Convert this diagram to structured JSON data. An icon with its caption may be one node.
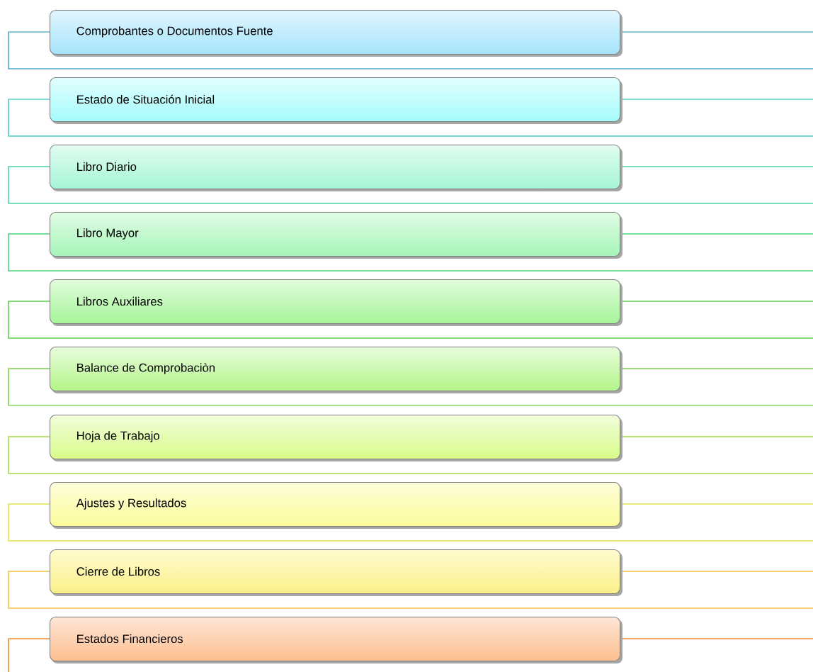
{
  "diagram": {
    "nodes": [
      {
        "text": [
          "Comprobantes o Documentos Fuente"
        ]
      },
      {
        "text": [
          "Estado de Situación Inicial"
        ]
      },
      {
        "text": [
          "Libro Diario"
        ]
      },
      {
        "text": [
          "Libro Mayor"
        ]
      },
      {
        "text": [
          "Libros Auxiliares"
        ]
      },
      {
        "text": [
          "Balance de Comprobaciòn"
        ]
      },
      {
        "text": [
          "Hoja de Trabajo"
        ]
      },
      {
        "text": [
          "Ajustes y Resultados"
        ]
      },
      {
        "text": [
          "Cierre de Libros"
        ]
      },
      {
        "text": [
          "Estados Financieros"
        ]
      }
    ]
  }
}
